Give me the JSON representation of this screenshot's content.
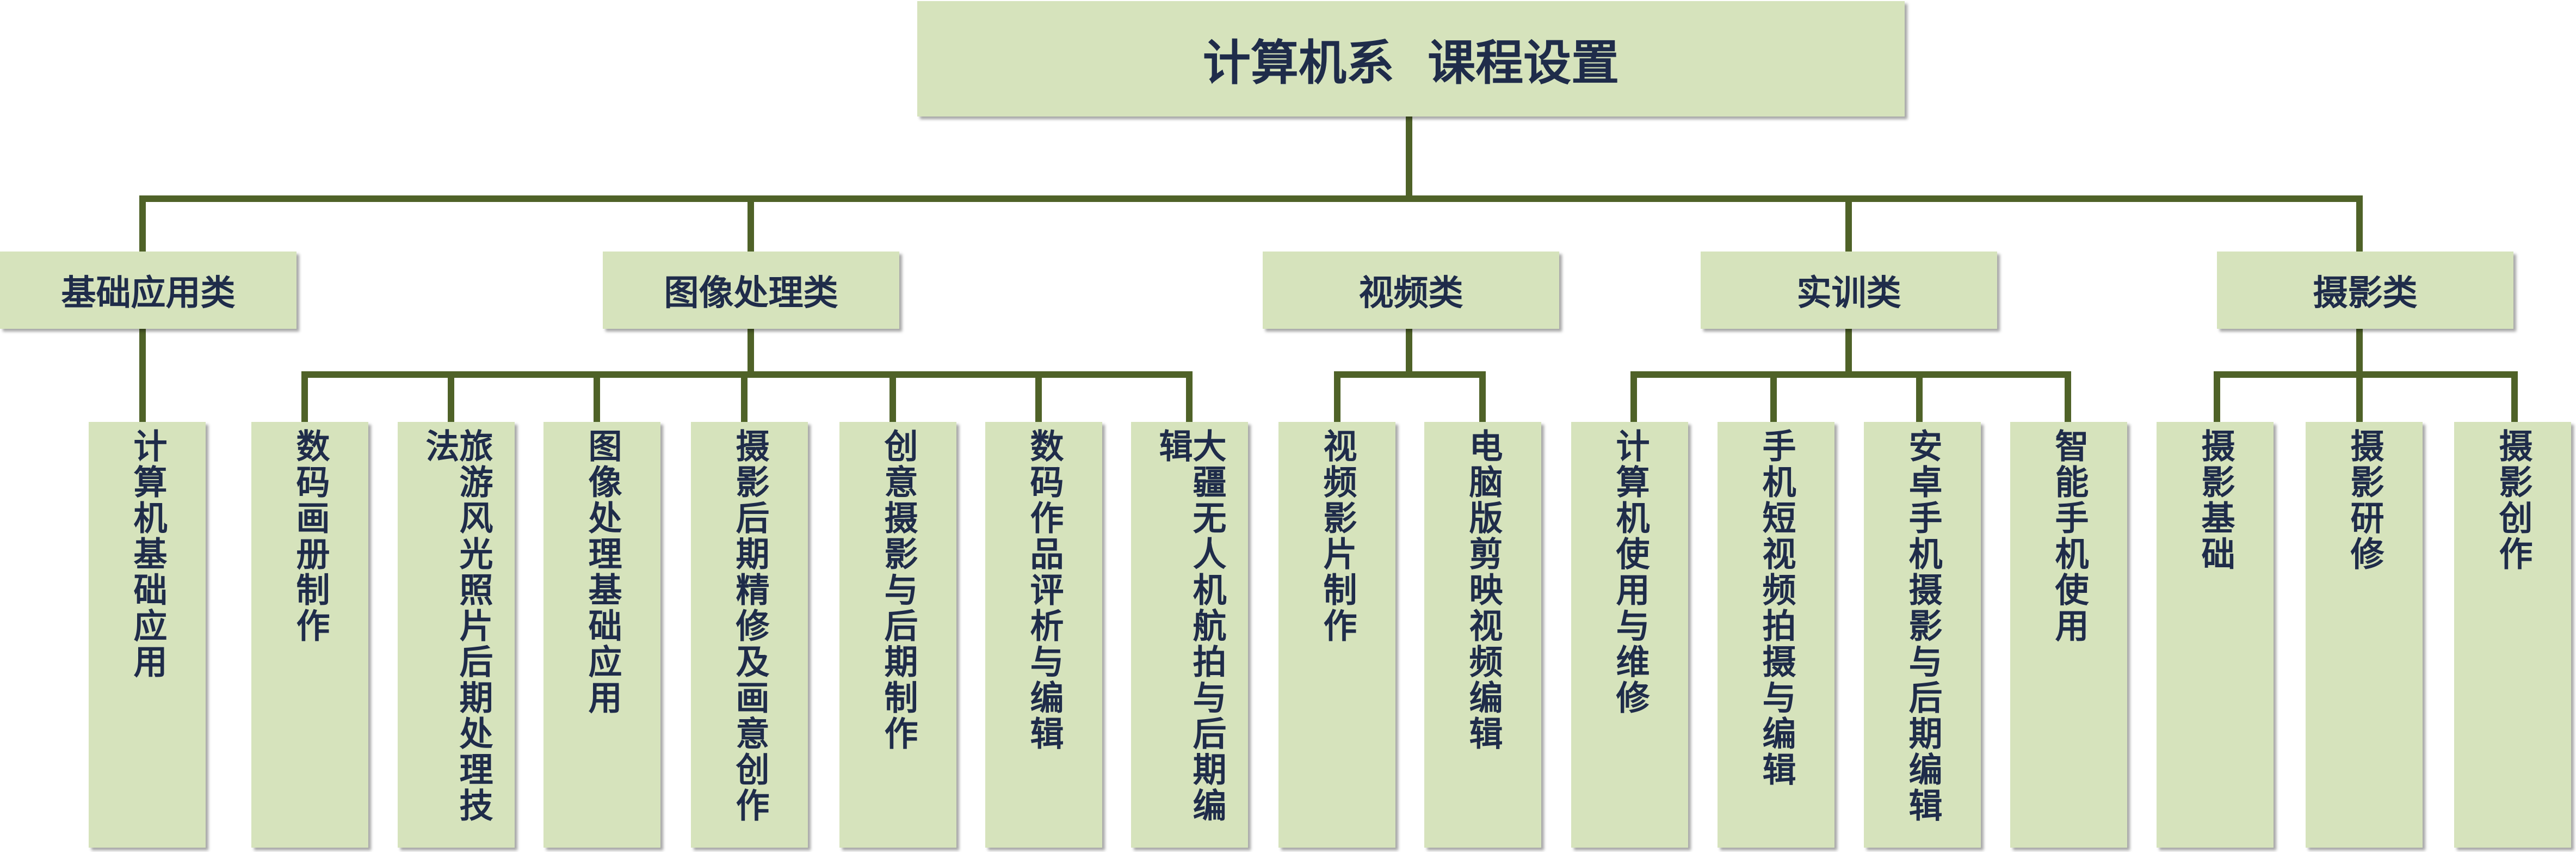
{
  "root": {
    "title": "计算机系  课程设置"
  },
  "categories": [
    {
      "label": "基础应用类"
    },
    {
      "label": "图像处理类"
    },
    {
      "label": "视频类"
    },
    {
      "label": "实训类"
    },
    {
      "label": "摄影类"
    }
  ],
  "courses": [
    {
      "label": "计算机基础应用"
    },
    {
      "label": "数码画册制作"
    },
    {
      "label": "旅游风光照片后期处理技法"
    },
    {
      "label": "图像处理基础应用"
    },
    {
      "label": "摄影后期精修及画意创作"
    },
    {
      "label": "创意摄影与后期制作"
    },
    {
      "label": "数码作品评析与编辑"
    },
    {
      "label": "大疆无人机航拍与后期编辑"
    },
    {
      "label": "视频影片制作"
    },
    {
      "label": "电脑版剪映视频编辑"
    },
    {
      "label": "计算机使用与维修"
    },
    {
      "label": "手机短视频拍摄与编辑"
    },
    {
      "label": "安卓手机摄影与后期编辑"
    },
    {
      "label": "智能手机使用"
    },
    {
      "label": "摄影基础"
    },
    {
      "label": "摄影研修"
    },
    {
      "label": "摄影创作"
    }
  ],
  "colors": {
    "box_fill": "#d6e3bc",
    "connector": "#4f6228",
    "text": "#1f2c4a"
  }
}
